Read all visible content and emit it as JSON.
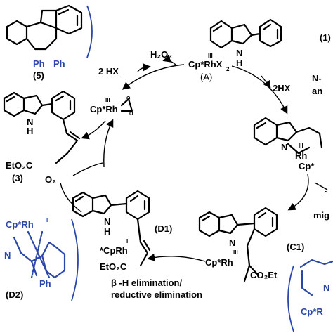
{
  "compounds": {
    "c5": {
      "ph1": "Ph",
      "ph2": "Ph",
      "label": "(5)"
    },
    "c1": {
      "nh": "N",
      "h": "H",
      "label": "(1)"
    },
    "c3": {
      "nh": "N",
      "h": "H",
      "ester": "EtO₂C",
      "label": "(3)"
    },
    "d1": {
      "nh": "N",
      "h": "H",
      "label": "(D1)",
      "rh": "*CpRh",
      "ox": "I",
      "ester": "EtO₂C"
    },
    "d2": {
      "top": "Cp*Rh",
      "ox": "I",
      "n": "N",
      "ph": "Ph",
      "label": "(D2)"
    },
    "c1int": {
      "n": "N",
      "ox": "III",
      "rh": "Cp*Rh",
      "ester": "CO₂Et",
      "label": "(C1)"
    },
    "b": {
      "n": "N",
      "ox": "III",
      "rh": "Rh",
      "cp": "Cp*"
    },
    "a": {
      "ox": "III",
      "rh": "Cp*RhX",
      "sub": "2",
      "label": "(A)"
    },
    "per": {
      "ox": "III",
      "rh": "Cp*Rh",
      "o": "O"
    },
    "e": {
      "rh": "Cp*R",
      "n": "N"
    }
  },
  "reagents": {
    "h2o2": "H₂O₂",
    "hx2": "2 HX",
    "hx2r": "2HX",
    "o2": "O₂",
    "nfrag": "N-",
    "anfrag": "an",
    "mig": "mig",
    "dot": "."
  },
  "steps": {
    "line1": "β -H elimination/",
    "line2": "reductive elimination"
  }
}
